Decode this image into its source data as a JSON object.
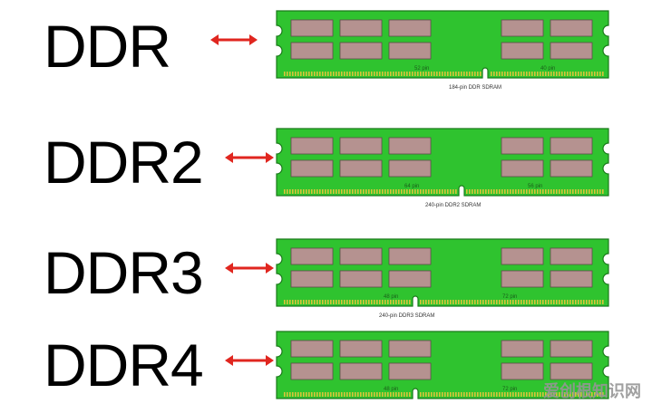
{
  "rows": [
    {
      "label": "DDR",
      "left_pin_label": "52 pin",
      "right_pin_label": "40 pin",
      "caption": "184-pin DDR SDRAM",
      "notch_side": "right",
      "notch_offset": 0.63
    },
    {
      "label": "DDR2",
      "left_pin_label": "64 pin",
      "right_pin_label": "56 pin",
      "caption": "240-pin DDR2 SDRAM",
      "notch_side": "right",
      "notch_offset": 0.56
    },
    {
      "label": "DDR3",
      "left_pin_label": "48 pin",
      "right_pin_label": "72 pin",
      "caption": "240-pin DDR3 SDRAM",
      "notch_side": "left",
      "notch_offset": 0.42
    },
    {
      "label": "DDR4",
      "left_pin_label": "48 pin",
      "right_pin_label": "72 pin",
      "caption": "",
      "notch_side": "left",
      "notch_offset": 0.42
    }
  ],
  "colors": {
    "pcb": "#2fc32f",
    "pcb_edge": "#1a7a1a",
    "chip": "#b59290",
    "chip_edge": "#5e4b4a",
    "contacts": "#d8c43a",
    "arrow": "#e0261f"
  },
  "watermark": "爱创根知识网"
}
